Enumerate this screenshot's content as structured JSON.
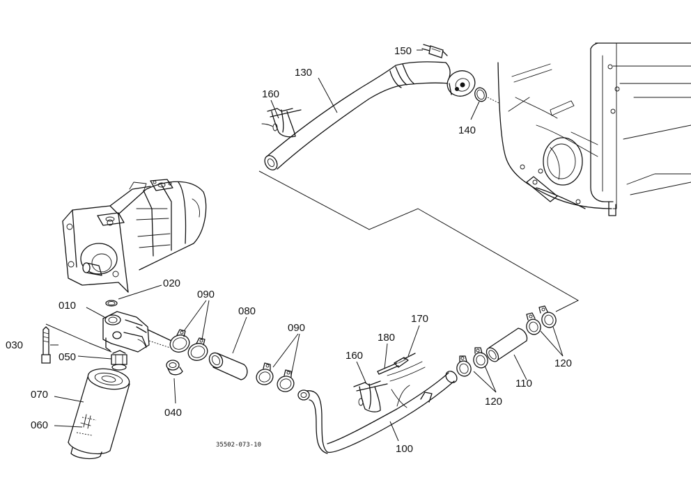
{
  "labels": {
    "p010": "010",
    "p020": "020",
    "p030": "030",
    "p040": "040",
    "p050": "050",
    "p060": "060",
    "p070": "070",
    "p080": "080",
    "p090a": "090",
    "p090b": "090",
    "p100": "100",
    "p110": "110",
    "p120a": "120",
    "p120b": "120",
    "p130": "130",
    "p140": "140",
    "p150": "150",
    "p160a": "160",
    "p160b": "160",
    "p170": "170",
    "p180": "180"
  },
  "drawing_code": "35502-073-10"
}
